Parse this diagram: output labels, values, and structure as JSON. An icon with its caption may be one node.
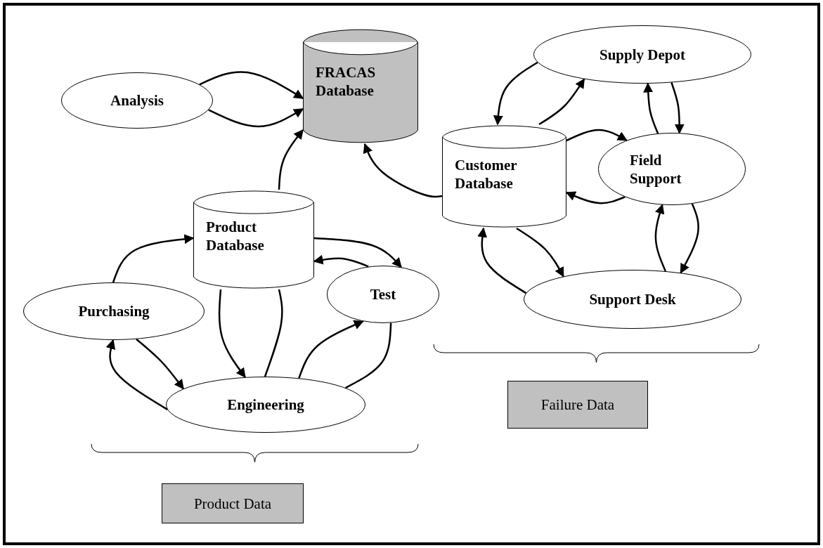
{
  "diagram": {
    "nodes": [
      {
        "text": [
          "Analysis"
        ]
      },
      {
        "text": [
          "FRACAS Database"
        ]
      },
      {
        "text": [
          "Supply Depot"
        ]
      },
      {
        "text": [
          "Customer Database"
        ]
      },
      {
        "text": [
          "Field Support"
        ]
      },
      {
        "text": [
          "Product Database"
        ]
      },
      {
        "text": [
          "Test"
        ]
      },
      {
        "text": [
          "Purchasing"
        ]
      },
      {
        "text": [
          "Support Desk"
        ]
      },
      {
        "text": [
          "Engineering"
        ]
      },
      {
        "text": [
          "Failure Data"
        ]
      },
      {
        "text": [
          "Product Data"
        ]
      }
    ],
    "edges": [
      {
        "from": 0,
        "to": 1,
        "arrow": "to"
      },
      {
        "from": 0,
        "to": 1,
        "arrow": "to"
      },
      {
        "from": 5,
        "to": 1,
        "arrow": "to"
      },
      {
        "from": 3,
        "to": 1,
        "arrow": "to"
      },
      {
        "from": 7,
        "to": 5,
        "arrow": "to"
      },
      {
        "from": 5,
        "to": 6,
        "arrow": "to"
      },
      {
        "from": 6,
        "to": 5,
        "arrow": "to"
      },
      {
        "from": 5,
        "to": 9,
        "arrow": "to"
      },
      {
        "from": 5,
        "to": 9,
        "arrow": "none"
      },
      {
        "from": 7,
        "to": 9,
        "arrow": "to"
      },
      {
        "from": 9,
        "to": 7,
        "arrow": "to"
      },
      {
        "from": 9,
        "to": 6,
        "arrow": "to"
      },
      {
        "from": 6,
        "to": 9,
        "arrow": "none"
      },
      {
        "from": 2,
        "to": 3,
        "arrow": "to"
      },
      {
        "from": 3,
        "to": 2,
        "arrow": "to"
      },
      {
        "from": 4,
        "to": 2,
        "arrow": "to"
      },
      {
        "from": 2,
        "to": 4,
        "arrow": "to"
      },
      {
        "from": 3,
        "to": 4,
        "arrow": "to"
      },
      {
        "from": 4,
        "to": 3,
        "arrow": "to"
      },
      {
        "from": 3,
        "to": 8,
        "arrow": "to"
      },
      {
        "from": 8,
        "to": 3,
        "arrow": "to"
      },
      {
        "from": 8,
        "to": 4,
        "arrow": "to"
      },
      {
        "from": 4,
        "to": 8,
        "arrow": "to"
      }
    ]
  }
}
